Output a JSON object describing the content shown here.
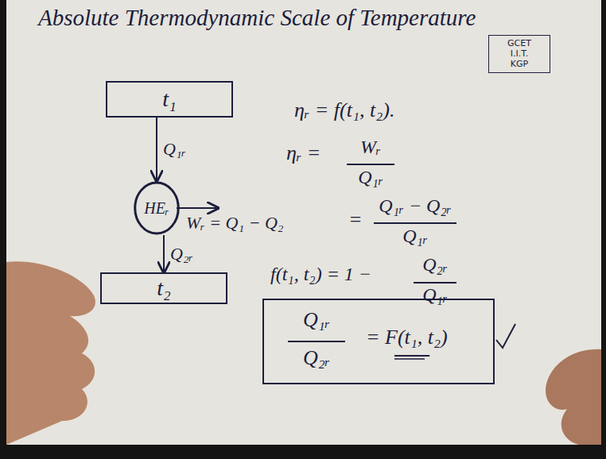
{
  "diagram": {
    "title": "Absolute Thermodynamic Scale of Temperature",
    "nodes": [
      {
        "text": [
          "GCET I.I.T. KGP"
        ]
      },
      {
        "text": [
          "t₁"
        ]
      },
      {
        "text": [
          "HEᵣ"
        ]
      },
      {
        "text": [
          "t₂"
        ]
      },
      {
        "text": [
          "Q₁ᵣ",
          "Q₂ᵣ",
          "= F(t₁, t₂)"
        ]
      }
    ],
    "edges": [
      {
        "from": 1,
        "to": 2,
        "label": "Q₁ᵣ",
        "arrow": "to"
      },
      {
        "from": 2,
        "to": 3,
        "label": "Q₂ᵣ",
        "arrow": "to"
      }
    ],
    "labels": [
      "ηᵣ = f(t₁, t₂).",
      "ηᵣ =",
      "Wᵣ",
      "Q₁ᵣ",
      "Wᵣ = Q₁ − Q₂",
      "=",
      "Q₁ᵣ − Q₂ᵣ",
      "Q₁ᵣ",
      "f(t₁, t₂) = 1 −",
      "Q₂ᵣ",
      "Q₁ᵣ"
    ]
  }
}
